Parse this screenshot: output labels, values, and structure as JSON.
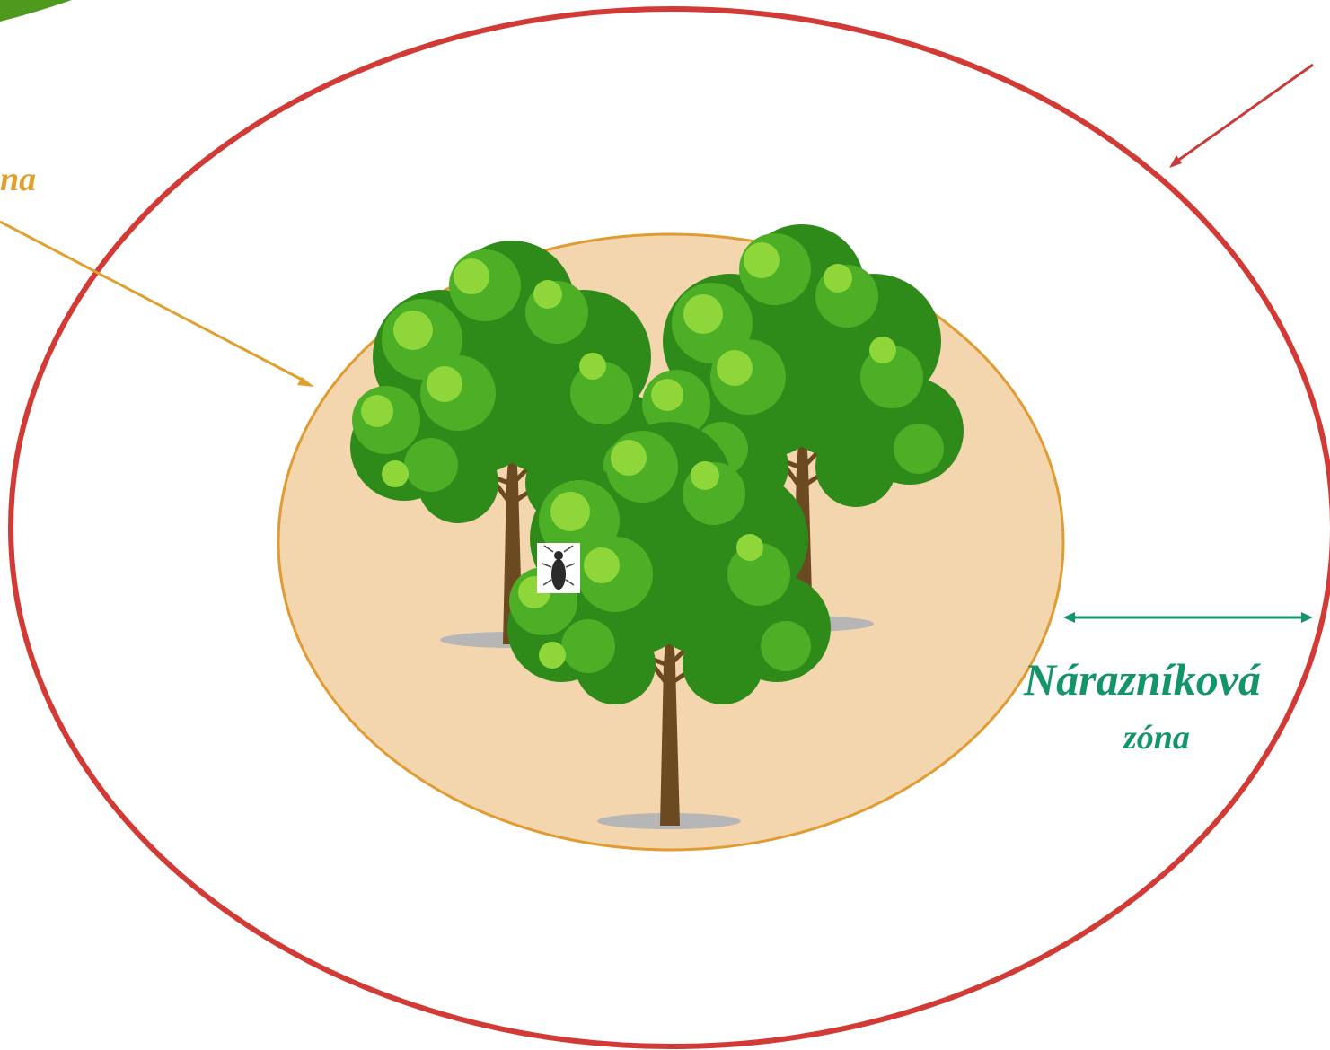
{
  "labels": {
    "infested_zone_fragment": "na",
    "buffer_zone_line1": "Nárazníková",
    "buffer_zone_line2": "zóna"
  },
  "colors": {
    "background": "#ffffff",
    "outer_ellipse_stroke": "#d23a36",
    "inner_ellipse_fill": "#f3d6ae",
    "inner_ellipse_stroke": "#e19b33",
    "infested_label_and_arrow": "#e0a030",
    "buffer_label_and_arrow": "#13946a",
    "demarcated_arrow": "#c83a3a",
    "corner_leaf": "#4e9a1e",
    "foliage_dark": "#2e8b1a",
    "foliage_mid": "#4caf26",
    "foliage_light": "#8fd63a",
    "trunk": "#6b4a22",
    "shadow": "#b6b6b6"
  },
  "icons": [
    "tree-icon",
    "beetle-icon",
    "leaf-decoration-icon"
  ]
}
